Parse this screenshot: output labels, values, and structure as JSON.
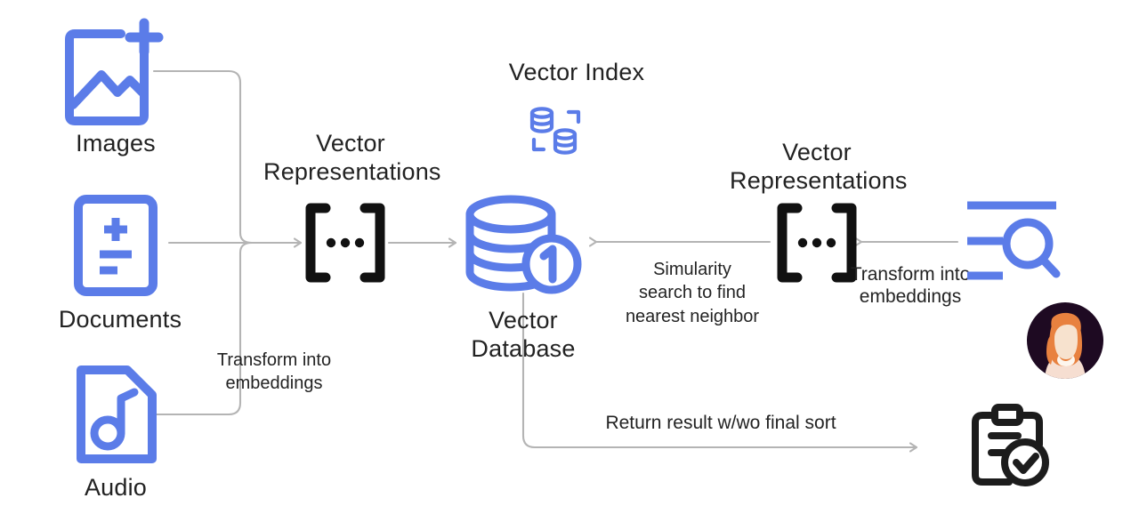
{
  "diagram": {
    "title": "Vector database retrieval pipeline",
    "colors": {
      "accent_blue": "#5b7ce8",
      "wire_gray": "#b4b4b4",
      "text_dark": "#222222",
      "bracket_black": "#111111",
      "clipboard_dark": "#1c1c1c"
    },
    "sources": [
      {
        "id": "images",
        "label": "Images",
        "icon": "image-plus-icon"
      },
      {
        "id": "documents",
        "label": "Documents",
        "icon": "document-icon"
      },
      {
        "id": "audio",
        "label": "Audio",
        "icon": "audio-file-icon"
      }
    ],
    "nodes": {
      "vector_rep_left": {
        "label": "Vector\nRepresentations",
        "icon": "vector-brackets-icon",
        "glyph": "[ • • • ]"
      },
      "vector_rep_right": {
        "label": "Vector\nRepresentations",
        "icon": "vector-brackets-icon",
        "glyph": "[ • • • ]"
      },
      "vector_index": {
        "label": "Vector Index",
        "icon": "vector-index-icon"
      },
      "vector_database": {
        "label": "Vector Database",
        "icon": "database-badge-icon"
      },
      "query": {
        "label": "",
        "icon": "search-list-icon"
      },
      "user": {
        "label": "",
        "icon": "user-avatar"
      },
      "result": {
        "label": "",
        "icon": "clipboard-check-icon"
      }
    },
    "edges": {
      "transform_left": {
        "label": "Transform into\nembeddings"
      },
      "transform_right": {
        "label": "Transform into\nembeddings"
      },
      "similarity": {
        "label": "Simularity\nsearch to find\nnearest neighbor"
      },
      "return": {
        "label": "Return result w/wo final sort"
      }
    }
  }
}
